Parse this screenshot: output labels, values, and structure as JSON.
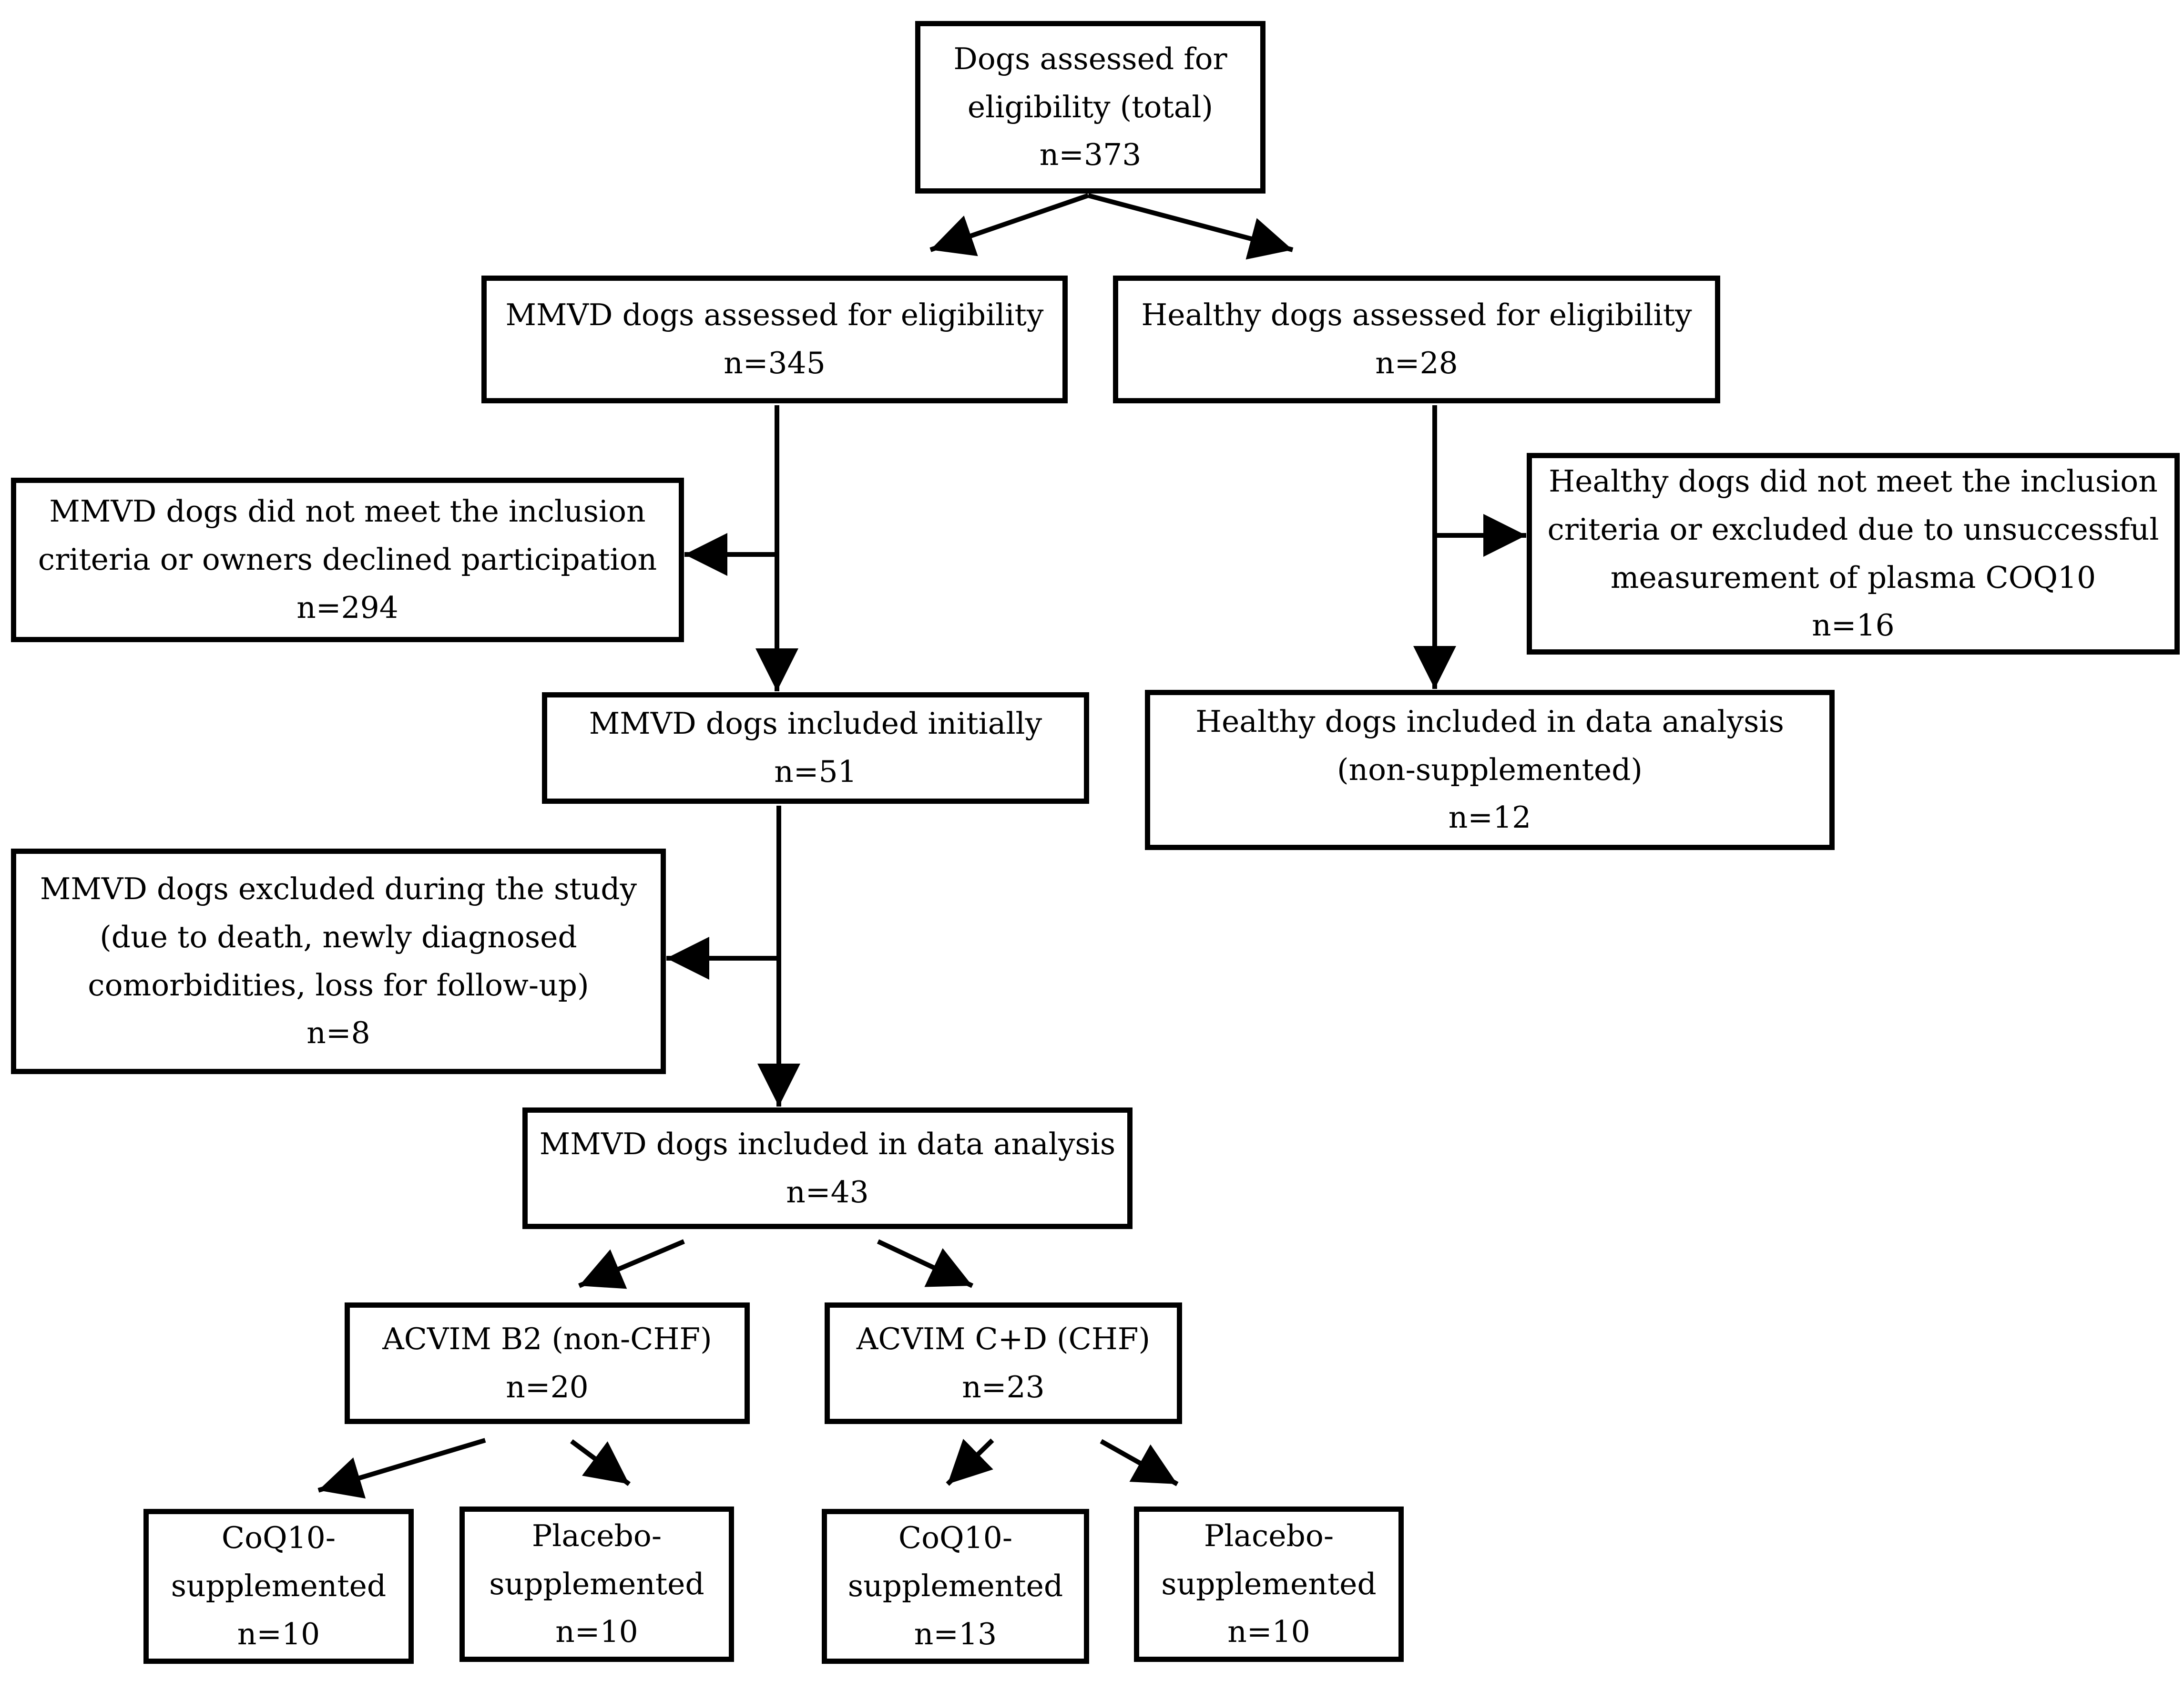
{
  "diagram_type": "flow-diagram",
  "colors": {
    "background": "#ffffff",
    "box_border": "#000000",
    "box_fill": "#ffffff",
    "line": "#000000",
    "text": "#000000"
  },
  "boxes": {
    "total": {
      "label": "Dogs assessed for\neligibility (total)",
      "n": "n=373"
    },
    "mmvd_assessed": {
      "label": "MMVD dogs assessed for eligibility",
      "n": "n=345"
    },
    "healthy_assessed": {
      "label": "Healthy dogs assessed for eligibility",
      "n": "n=28"
    },
    "mmvd_excluded_initial": {
      "label": "MMVD dogs did not meet the inclusion\ncriteria or owners declined participation",
      "n": "n=294"
    },
    "healthy_excluded": {
      "label": "Healthy dogs did not meet the inclusion\ncriteria or excluded due to unsuccessful\nmeasurement of plasma COQ10",
      "n": "n=16"
    },
    "mmvd_included_initially": {
      "label": "MMVD dogs included initially",
      "n": "n=51"
    },
    "healthy_included": {
      "label": "Healthy dogs included in data analysis\n(non-supplemented)",
      "n": "n=12"
    },
    "mmvd_excluded_study": {
      "label": "MMVD dogs excluded during the study\n(due to death, newly diagnosed\ncomorbidities, loss for follow-up)",
      "n": "n=8"
    },
    "mmvd_analysis": {
      "label": "MMVD dogs included in data analysis",
      "n": "n=43"
    },
    "acvim_b2": {
      "label": "ACVIM B2 (non-CHF)",
      "n": "n=20"
    },
    "acvim_cd": {
      "label": "ACVIM C+D (CHF)",
      "n": "n=23"
    },
    "b2_coq10": {
      "label": "CoQ10-\nsupplemented",
      "n": "n=10"
    },
    "b2_placebo": {
      "label": "Placebo-\nsupplemented",
      "n": "n=10"
    },
    "cd_coq10": {
      "label": "CoQ10-\nsupplemented",
      "n": "n=13"
    },
    "cd_placebo": {
      "label": "Placebo-\nsupplemented",
      "n": "n=10"
    }
  },
  "edges": [
    {
      "from": "total",
      "to": "mmvd_assessed"
    },
    {
      "from": "total",
      "to": "healthy_assessed"
    },
    {
      "from": "mmvd_assessed",
      "to": "mmvd_excluded_initial"
    },
    {
      "from": "mmvd_assessed",
      "to": "mmvd_included_initially"
    },
    {
      "from": "healthy_assessed",
      "to": "healthy_excluded"
    },
    {
      "from": "healthy_assessed",
      "to": "healthy_included"
    },
    {
      "from": "mmvd_included_initially",
      "to": "mmvd_excluded_study"
    },
    {
      "from": "mmvd_included_initially",
      "to": "mmvd_analysis"
    },
    {
      "from": "mmvd_analysis",
      "to": "acvim_b2"
    },
    {
      "from": "mmvd_analysis",
      "to": "acvim_cd"
    },
    {
      "from": "acvim_b2",
      "to": "b2_coq10"
    },
    {
      "from": "acvim_b2",
      "to": "b2_placebo"
    },
    {
      "from": "acvim_cd",
      "to": "cd_coq10"
    },
    {
      "from": "acvim_cd",
      "to": "cd_placebo"
    }
  ]
}
